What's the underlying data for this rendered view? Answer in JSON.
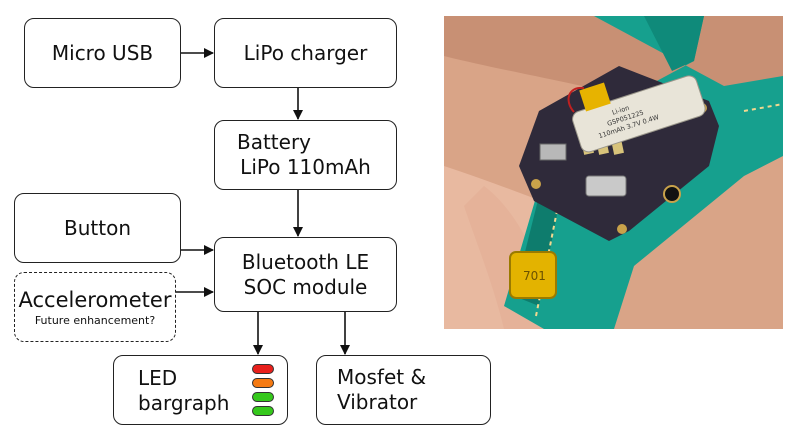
{
  "blocks": {
    "usb": "Micro USB",
    "charger": "LiPo charger",
    "battery_line1": "Battery",
    "battery_line2": "LiPo 110mAh",
    "button": "Button",
    "soc_line1": "Bluetooth LE",
    "soc_line2": "SOC module",
    "accel": "Accelerometer",
    "accel_note": "Future enhancement?",
    "led_line1": "LED",
    "led_line2": "bargraph",
    "mosfet_line1": "Mosfet &",
    "mosfet_line2": "Vibrator"
  },
  "led_colors": [
    "#e8201c",
    "#f57a12",
    "#35c81c",
    "#35c81c"
  ],
  "photo": {
    "battery_label_line1": "Li-ion",
    "battery_label_line2": "GSP051225",
    "battery_label_line3": "110mAh 3.7V 0.4W",
    "strap_badge": "701"
  },
  "colors": {
    "strap": "#16a08e",
    "board": "#2f2a3a",
    "battery": "#e8e4d8",
    "skin": "#d9a487"
  }
}
